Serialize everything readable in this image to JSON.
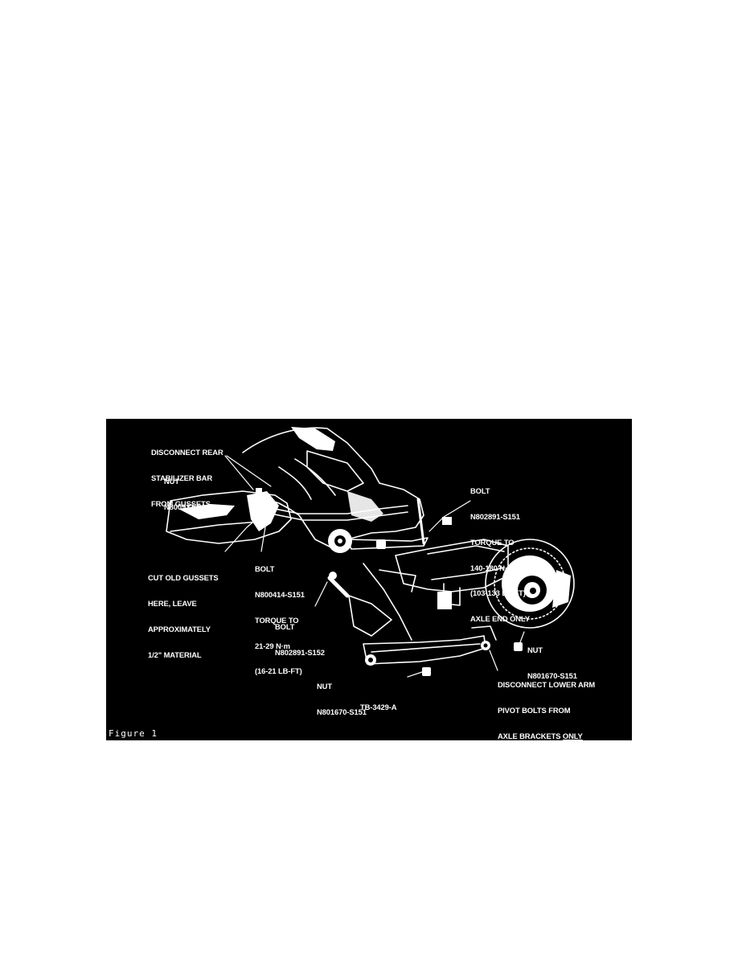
{
  "figure": {
    "caption": "Figure 1",
    "ref_code": "TB-3429-A",
    "callouts": {
      "disconnect_stabilizer": [
        "DISCONNECT REAR",
        "STABILIZER BAR",
        "FROM GUSSETS"
      ],
      "nut_top": [
        "NUT",
        "N800937-S100"
      ],
      "cut_gussets": [
        "CUT OLD GUSSETS",
        "HERE, LEAVE",
        "APPROXIMATELY",
        "1/2\" MATERIAL"
      ],
      "bolt_gusset": [
        "BOLT",
        "N800414-S151",
        "TORQUE TO",
        "21-29 N·m",
        "(16-21 LB-FT)"
      ],
      "bolt_axle_end": [
        "BOLT",
        "N802891-S151",
        "TORQUE TO",
        "140-180 N·m",
        "(103-133 LB-FT)",
        "AXLE END ONLY"
      ],
      "bolt_lower": [
        "BOLT",
        "N802891-S152"
      ],
      "nut_right": [
        "NUT",
        "N801670-S151"
      ],
      "nut_bottom": [
        "NUT",
        "N801670-S151"
      ],
      "disconnect_lower_arm": [
        "DISCONNECT LOWER ARM",
        "PIVOT BOLTS FROM",
        "AXLE BRACKETS"
      ],
      "disconnect_lower_arm_emphasis": "ONLY"
    }
  }
}
